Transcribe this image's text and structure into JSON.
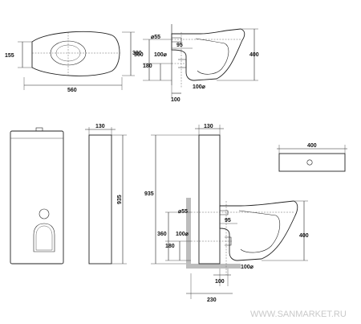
{
  "top_view": {
    "length": "560",
    "depth": "380",
    "seat_offset": "155"
  },
  "side_view_top": {
    "pipe_dia_small": "⌀55",
    "dim_95": "95",
    "dim_360": "360",
    "pipe_dia_100_left": "100⌀",
    "dim_180": "180",
    "pipe_dia_100_bottom": "100⌀",
    "dim_100": "100",
    "height": "400"
  },
  "cistern_front": {},
  "cistern_side": {
    "depth": "130",
    "height": "935"
  },
  "assembly_side": {
    "height": "935",
    "cistern_depth": "130",
    "pipe_dia_small": "⌀55",
    "dim_95": "95",
    "dim_360": "360",
    "pipe_dia_100_left": "100⌀",
    "dim_180": "180",
    "pipe_dia_100_bottom": "100⌀",
    "dim_100": "100",
    "dim_230": "230",
    "bowl_height": "400"
  },
  "top_plan_small": {
    "width": "400"
  },
  "watermark": "WWW.SANMARKET.RU"
}
